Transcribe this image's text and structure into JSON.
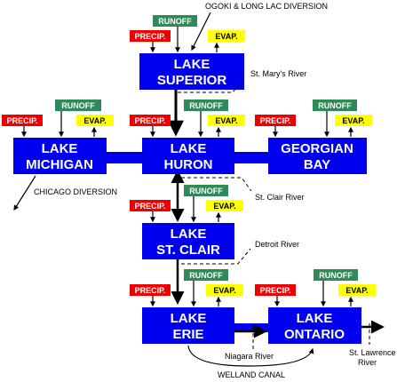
{
  "colors": {
    "lake": "#0000ee",
    "precip": "#ee0000",
    "runoff": "#2e8b57",
    "evap": "#ffff00",
    "line": "#000000"
  },
  "tags": {
    "precip": "PRECIP.",
    "runoff": "RUNOFF",
    "evap": "EVAP."
  },
  "lakes": {
    "superior": [
      "LAKE",
      "SUPERIOR"
    ],
    "michigan": [
      "LAKE",
      "MICHIGAN"
    ],
    "huron": [
      "LAKE",
      "HURON"
    ],
    "georgian": [
      "GEORGIAN",
      "BAY"
    ],
    "stclair": [
      "LAKE",
      "ST. CLAIR"
    ],
    "erie": [
      "LAKE",
      "ERIE"
    ],
    "ontario": [
      "LAKE",
      "ONTARIO"
    ]
  },
  "labels": {
    "ogoki": "OGOKI & LONG LAC DIVERSION",
    "stmarys": "St. Mary's River",
    "chicago": "CHICAGO DIVERSION",
    "stclair_river": "St. Clair River",
    "detroit": "Detroit River",
    "niagara": "Niagara River",
    "welland": "WELLAND CANAL",
    "stlawrence": [
      "St. Lawrence",
      "River"
    ]
  }
}
